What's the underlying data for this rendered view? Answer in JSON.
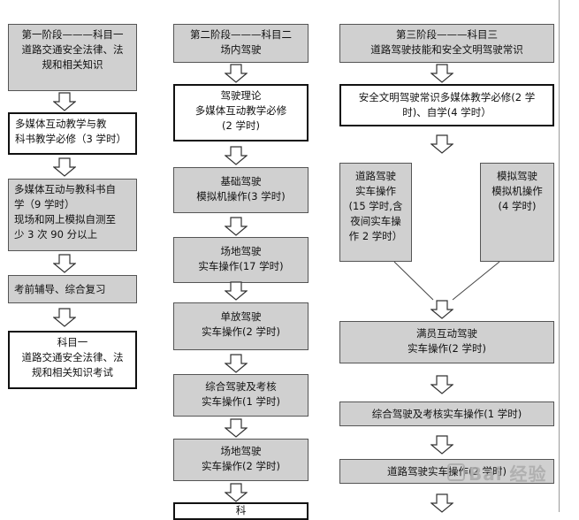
{
  "stage1": {
    "header": "第一阶段———科目一\n道路交通安全法律、法\n规和相关知识",
    "step1": "多媒体互动教学与教\n科书教学必修（3 学时）",
    "step2": "多媒体互动与教科书自\n学（9 学时）\n现场和网上模拟自测至\n少 3 次 90 分以上",
    "step3": "考前辅导、综合复习",
    "exam": "科目一\n道路交通安全法律、法\n规和相关知识考试"
  },
  "stage2": {
    "header": "第二阶段———科目二\n场内驾驶",
    "step1": "驾驶理论\n多媒体互动教学必修\n(2 学时)",
    "step2": "基础驾驶\n模拟机操作(3 学时)",
    "step3": "场地驾驶\n实车操作(17 学时)",
    "step4": "单放驾驶\n实车操作(2 学时)",
    "step5": "综合驾驶及考核\n实车操作(1 学时)",
    "step6": "场地驾驶\n实车操作(2 学时)",
    "step7": "科"
  },
  "stage3": {
    "header": "第三阶段———科目三\n道路驾驶技能和安全文明驾驶常识",
    "step1": "安全文明驾驶常识多媒体教学必修(2 学\n时)、自学(4 学时）",
    "left_branch": "道路驾驶\n实车操作\n(15 学时,含\n夜间实车操\n作 2 学时）",
    "right_branch": "模拟驾驶\n模拟机操作\n(4 学时)",
    "step3": "满员互动驾驶\n实车操作(2 学时)",
    "step4": "综合驾驶及考核实车操作(1 学时)",
    "step5": "道路驾驶实车操作(2 学时)"
  },
  "watermark": "Bai 经验",
  "colors": {
    "box_fill": "#d0d0d0",
    "box_border": "#555555",
    "highlight_border": "#111111"
  }
}
